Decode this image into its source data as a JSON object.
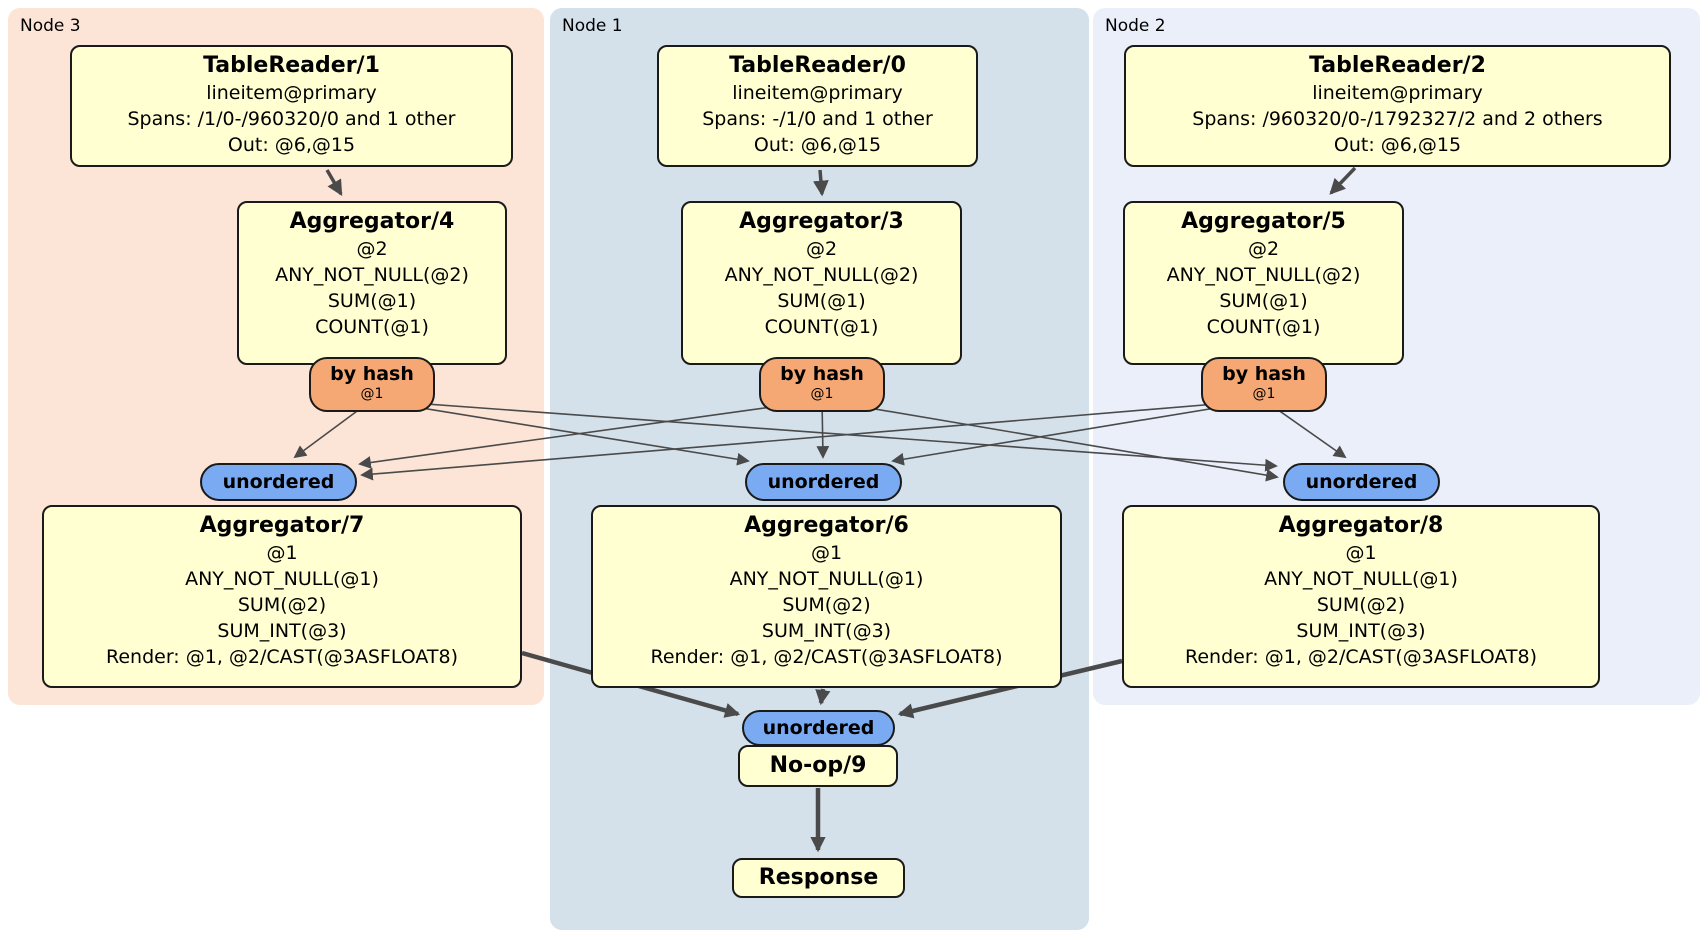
{
  "groups": [
    {
      "label": "Node 3"
    },
    {
      "label": "Node 1"
    },
    {
      "label": "Node 2"
    }
  ],
  "processors": {
    "tr1": {
      "title": "TableReader/1",
      "index": "lineitem@primary",
      "spans": "Spans: /1/0-/960320/0 and 1 other",
      "out": "Out: @6,@15"
    },
    "tr0": {
      "title": "TableReader/0",
      "index": "lineitem@primary",
      "spans": "Spans: -/1/0 and 1 other",
      "out": "Out: @6,@15"
    },
    "tr2": {
      "title": "TableReader/2",
      "index": "lineitem@primary",
      "spans": "Spans: /960320/0-/1792327/2 and 2 others",
      "out": "Out: @6,@15"
    },
    "agg4": {
      "title": "Aggregator/4",
      "rows": [
        "@2",
        "ANY_NOT_NULL(@2)",
        "SUM(@1)",
        "COUNT(@1)"
      ]
    },
    "agg3": {
      "title": "Aggregator/3",
      "rows": [
        "@2",
        "ANY_NOT_NULL(@2)",
        "SUM(@1)",
        "COUNT(@1)"
      ]
    },
    "agg5": {
      "title": "Aggregator/5",
      "rows": [
        "@2",
        "ANY_NOT_NULL(@2)",
        "SUM(@1)",
        "COUNT(@1)"
      ]
    },
    "agg7": {
      "title": "Aggregator/7",
      "rows": [
        "@1",
        "ANY_NOT_NULL(@1)",
        "SUM(@2)",
        "SUM_INT(@3)",
        "Render: @1, @2/CAST(@3ASFLOAT8)"
      ]
    },
    "agg6": {
      "title": "Aggregator/6",
      "rows": [
        "@1",
        "ANY_NOT_NULL(@1)",
        "SUM(@2)",
        "SUM_INT(@3)",
        "Render: @1, @2/CAST(@3ASFLOAT8)"
      ]
    },
    "agg8": {
      "title": "Aggregator/8",
      "rows": [
        "@1",
        "ANY_NOT_NULL(@1)",
        "SUM(@2)",
        "SUM_INT(@3)",
        "Render: @1, @2/CAST(@3ASFLOAT8)"
      ]
    },
    "noop": {
      "title": "No-op/9"
    },
    "response": {
      "title": "Response"
    }
  },
  "streams": {
    "by_hash": {
      "label": "by hash",
      "key": "@1"
    },
    "unordered": {
      "label": "unordered"
    }
  },
  "colors": {
    "node3_bg": "#fce4d6",
    "node1_bg": "#d4e1eb",
    "node2_bg": "#eaeffa",
    "processor_bg": "#ffffd2",
    "by_hash_bg": "#f5a873",
    "unordered_bg": "#7aabf2",
    "edge": "#4a4a4a"
  }
}
